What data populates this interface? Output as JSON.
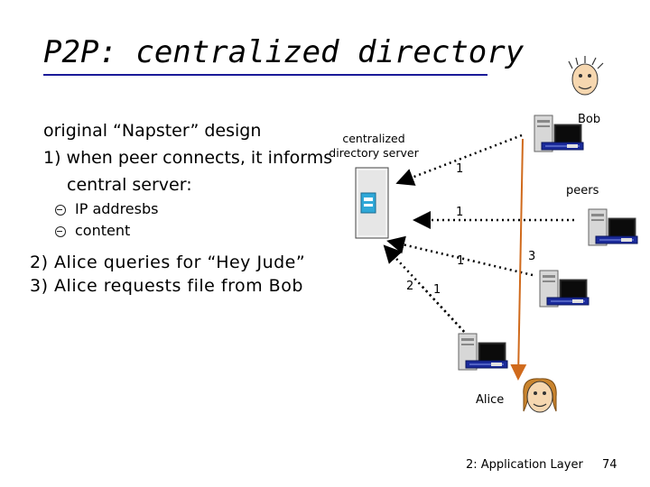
{
  "slide": {
    "title": "P2P: centralized directory",
    "bullets": {
      "l1": "original “Napster” design",
      "l2": "1) when peer connects, it informs central server:",
      "sub1": "IP addresbs",
      "sub2": "content",
      "l3": "2) Alice queries for “Hey Jude”",
      "l4": "3) Alice requests file from Bob"
    },
    "diagram": {
      "server_label": "centralized\ndirectory server",
      "bob_label": "Bob",
      "peers_label": "peers",
      "alice_label": "Alice",
      "edge_labels": [
        "1",
        "1",
        "1",
        "1",
        "2",
        "3"
      ]
    },
    "footer": {
      "chapter": "2: Application Layer",
      "page": "74"
    },
    "colors": {
      "title_underline": "#1a1a99",
      "request_arrow": "#d06a1c",
      "computer_blue": "#1a2a9a",
      "server_cyan": "#2fa8d8"
    }
  }
}
